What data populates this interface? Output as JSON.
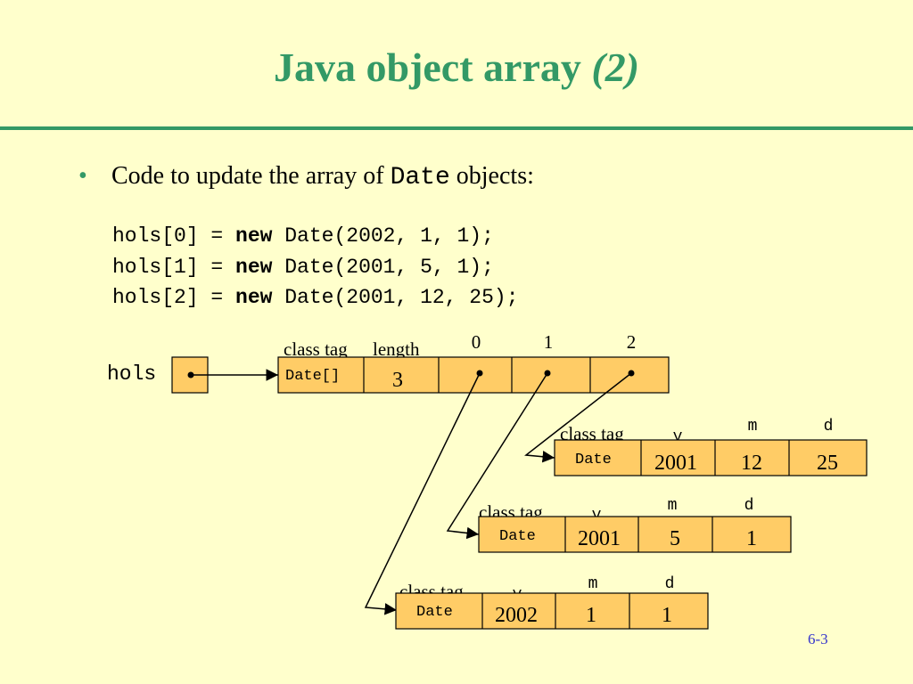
{
  "title": {
    "main": "Java object array",
    "paren": "(2)"
  },
  "bullet": {
    "prefix": "Code to update the array of",
    "code": "Date",
    "suffix": "objects:"
  },
  "code_lines": [
    {
      "lhs": "hols[0] = ",
      "kw": "new",
      "rhs": " Date(2002, 1, 1);"
    },
    {
      "lhs": "hols[1] = ",
      "kw": "new",
      "rhs": " Date(2001, 5, 1);"
    },
    {
      "lhs": "hols[2] = ",
      "kw": "new",
      "rhs": " Date(2001, 12, 25);"
    }
  ],
  "diagram": {
    "variable": "hols",
    "array": {
      "class_tag_label": "class tag",
      "length_label": "length",
      "class_tag": "Date[]",
      "length": "3",
      "indices": [
        "0",
        "1",
        "2"
      ]
    },
    "objects": [
      {
        "class_tag_label": "class tag",
        "class_tag": "Date",
        "field_names": [
          "y",
          "m",
          "d"
        ],
        "values": [
          "2001",
          "12",
          "25"
        ]
      },
      {
        "class_tag_label": "class tag",
        "class_tag": "Date",
        "field_names": [
          "y",
          "m",
          "d"
        ],
        "values": [
          "2001",
          "5",
          "1"
        ]
      },
      {
        "class_tag_label": "class tag",
        "class_tag": "Date",
        "field_names": [
          "y",
          "m",
          "d"
        ],
        "values": [
          "2002",
          "1",
          "1"
        ]
      }
    ]
  },
  "page_number": "6-3",
  "colors": {
    "background": "#FFFFCC",
    "title": "#339966",
    "box_fill": "#FFCC66",
    "page_number": "#3333CC"
  }
}
